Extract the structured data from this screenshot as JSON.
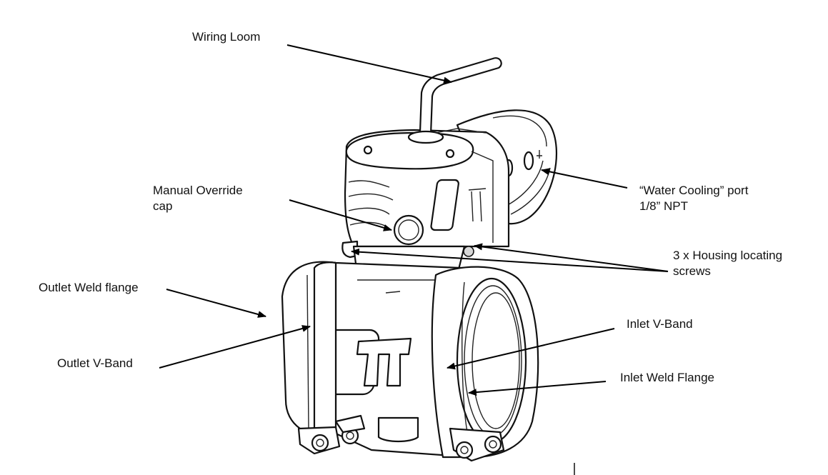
{
  "labels": {
    "wiring_loom": "Wiring Loom",
    "manual_override_cap": [
      "Manual Override",
      "cap"
    ],
    "water_cooling_port": [
      "“Water Cooling” port",
      "1/8” NPT"
    ],
    "housing_screws": [
      "3 x Housing locating",
      "screws"
    ],
    "outlet_weld_flange": "Outlet Weld flange",
    "outlet_vband": "Outlet V-Band",
    "inlet_vband": "Inlet V-Band",
    "inlet_weld_flange": "Inlet Weld Flange"
  },
  "colors": {
    "line": "#000000",
    "fill": "#ffffff",
    "shade": "#d8d8d8"
  },
  "icons": {
    "logo": "tial-logo-icon"
  }
}
